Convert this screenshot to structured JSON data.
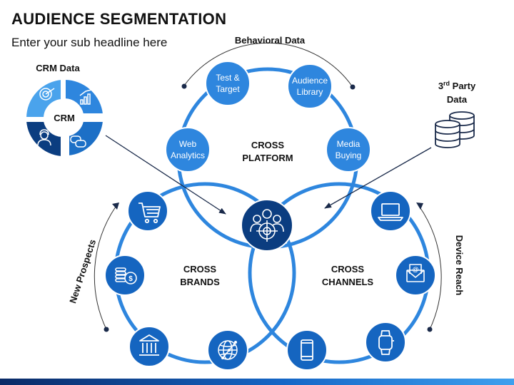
{
  "title": "AUDIENCE SEGMENTATION",
  "subtitle": "Enter your sub headline here",
  "colors": {
    "ring": "#2e86de",
    "node_light": "#2e86de",
    "node_dark": "#1565c0",
    "center": "#0b3d80",
    "arrow": "#1a2a4a",
    "accent_bar": "#1566c6"
  },
  "labels": {
    "behavioral": "Behavioral Data",
    "crm_data": "CRM Data",
    "crm": "CRM",
    "third_party_l1": "3",
    "third_party_sup": "rd",
    "third_party_l1b": " Party",
    "third_party_l2": "Data",
    "new_prospects": "New Prospects",
    "device_reach": "Device Reach"
  },
  "circles": {
    "platform": {
      "line1": "CROSS",
      "line2": "PLATFORM"
    },
    "brands": {
      "line1": "CROSS",
      "line2": "BRANDS"
    },
    "channels": {
      "line1": "CROSS",
      "line2": "CHANNELS"
    }
  },
  "platform_nodes": [
    {
      "line1": "Test &",
      "line2": "Target"
    },
    {
      "line1": "Audience",
      "line2": "Library"
    },
    {
      "line1": "Web",
      "line2": "Analytics"
    },
    {
      "line1": "Media",
      "line2": "Buying"
    }
  ],
  "icons": {
    "center": "target-audience-icon",
    "brands": [
      "shopping-cart-icon",
      "coins-icon",
      "bank-icon",
      "globe-network-icon"
    ],
    "channels": [
      "laptop-icon",
      "email-icon",
      "smartwatch-icon",
      "smartphone-icon"
    ],
    "crm_segments": [
      "target-icon",
      "growth-chart-icon",
      "chat-icon",
      "customer-support-icon"
    ],
    "third_party": "database-icon"
  }
}
